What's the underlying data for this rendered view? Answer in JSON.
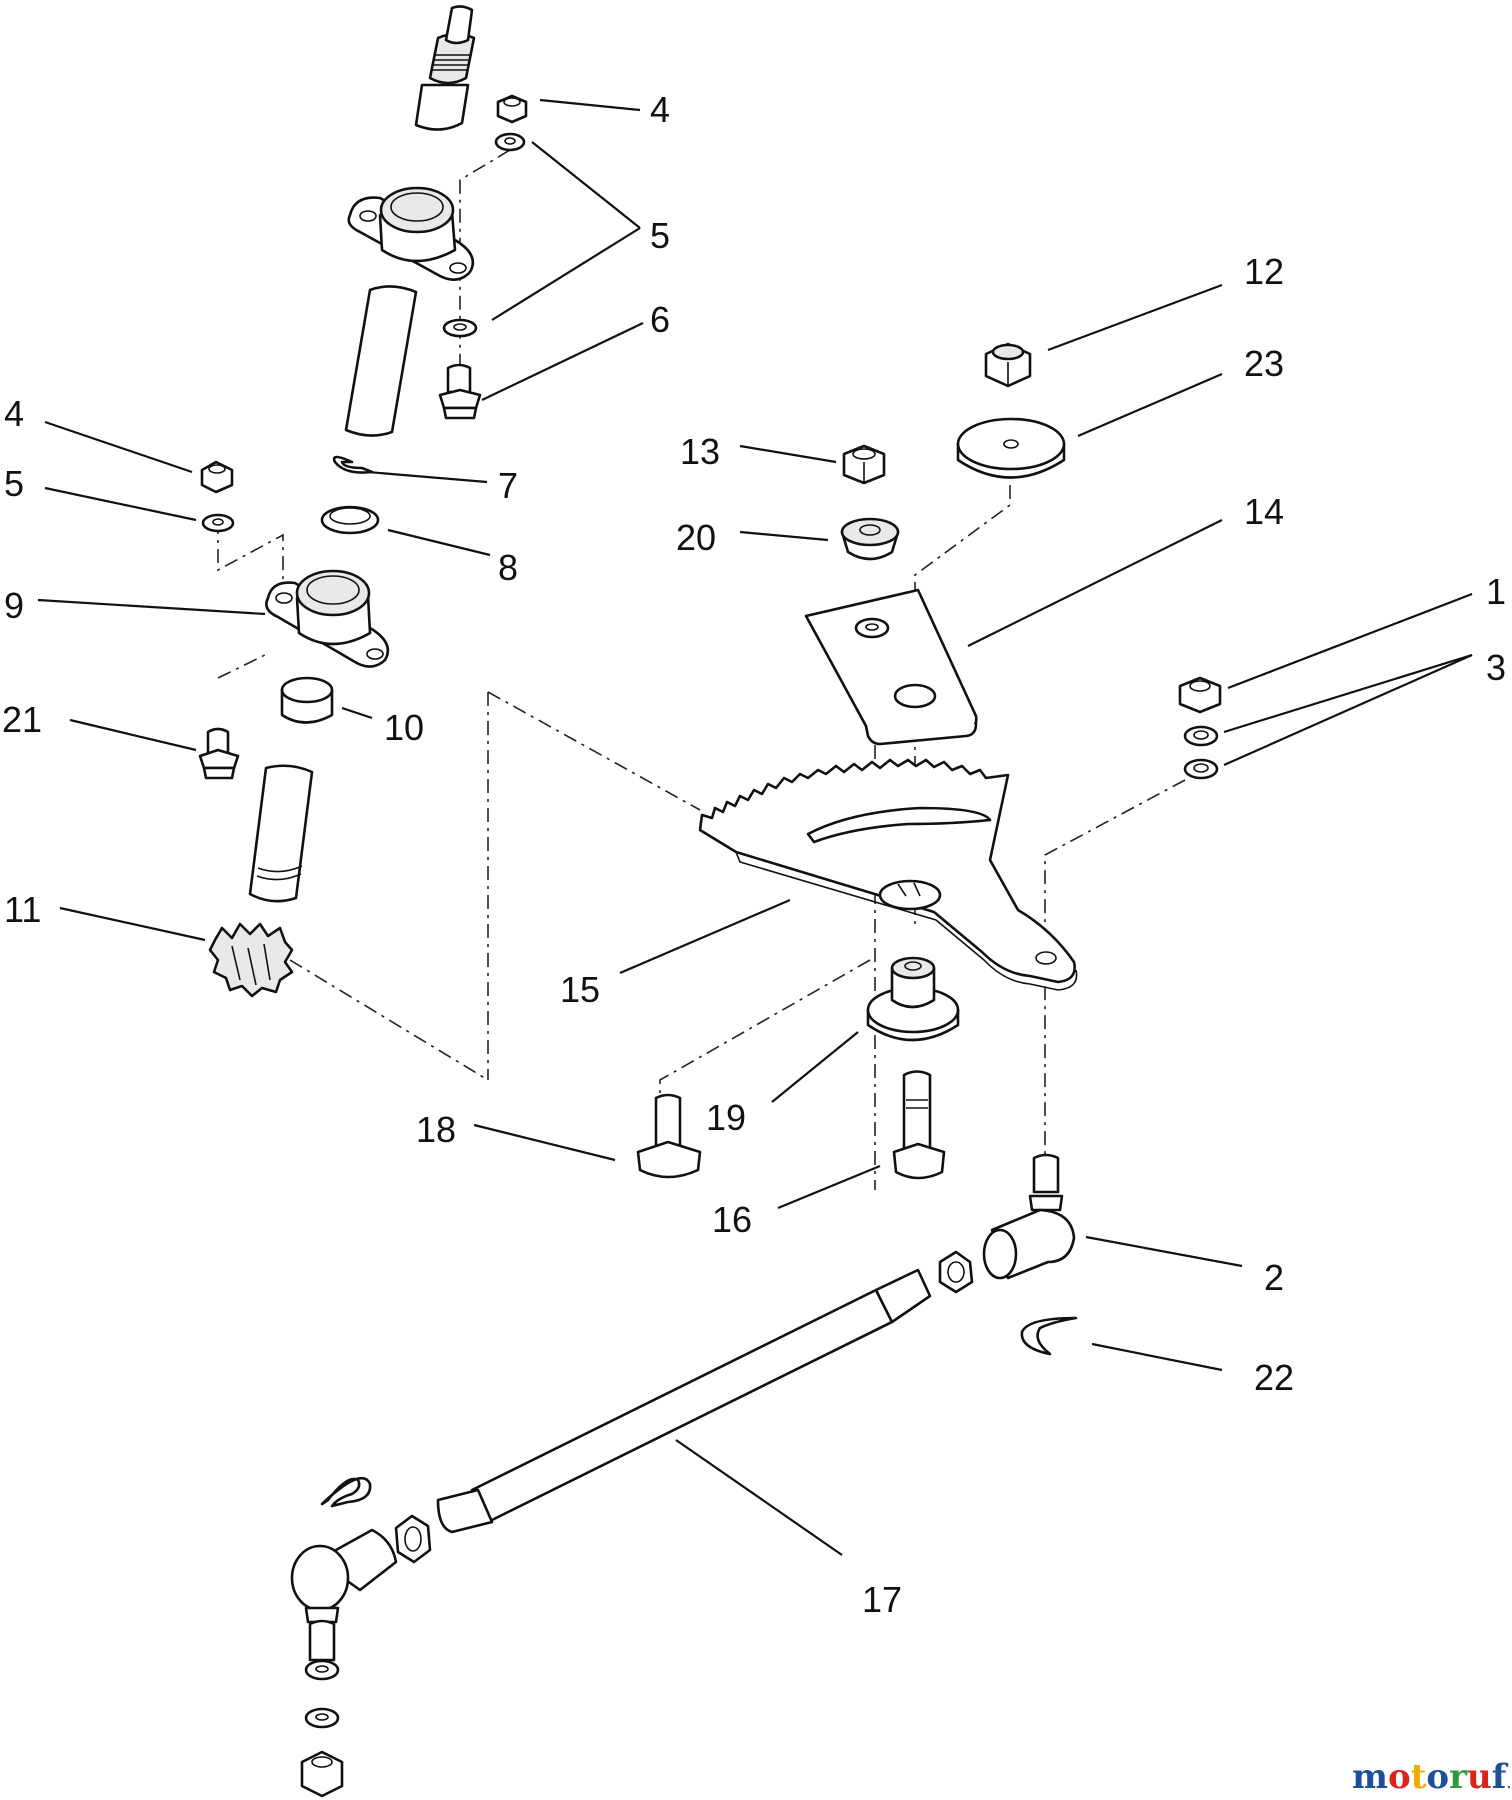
{
  "callouts": [
    {
      "id": "c4a",
      "label": "4"
    },
    {
      "id": "c5a",
      "label": "5"
    },
    {
      "id": "c6",
      "label": "6"
    },
    {
      "id": "c4b",
      "label": "4"
    },
    {
      "id": "c5b",
      "label": "5"
    },
    {
      "id": "c7",
      "label": "7"
    },
    {
      "id": "c8",
      "label": "8"
    },
    {
      "id": "c9",
      "label": "9"
    },
    {
      "id": "c10",
      "label": "10"
    },
    {
      "id": "c21",
      "label": "21"
    },
    {
      "id": "c11",
      "label": "11"
    },
    {
      "id": "c12",
      "label": "12"
    },
    {
      "id": "c23",
      "label": "23"
    },
    {
      "id": "c13",
      "label": "13"
    },
    {
      "id": "c20",
      "label": "20"
    },
    {
      "id": "c14",
      "label": "14"
    },
    {
      "id": "c1",
      "label": "1"
    },
    {
      "id": "c3",
      "label": "3"
    },
    {
      "id": "c15",
      "label": "15"
    },
    {
      "id": "c19",
      "label": "19"
    },
    {
      "id": "c18",
      "label": "18"
    },
    {
      "id": "c16",
      "label": "16"
    },
    {
      "id": "c2",
      "label": "2"
    },
    {
      "id": "c22",
      "label": "22"
    },
    {
      "id": "c17",
      "label": "17"
    }
  ],
  "watermark": {
    "text_main": "motoruf",
    "text_suffix": ".de",
    "colors": [
      "#1e4f9a",
      "#d9261c",
      "#f2a900",
      "#1e4f9a",
      "#2e9a3c",
      "#d9261c",
      "#1e4f9a"
    ]
  }
}
